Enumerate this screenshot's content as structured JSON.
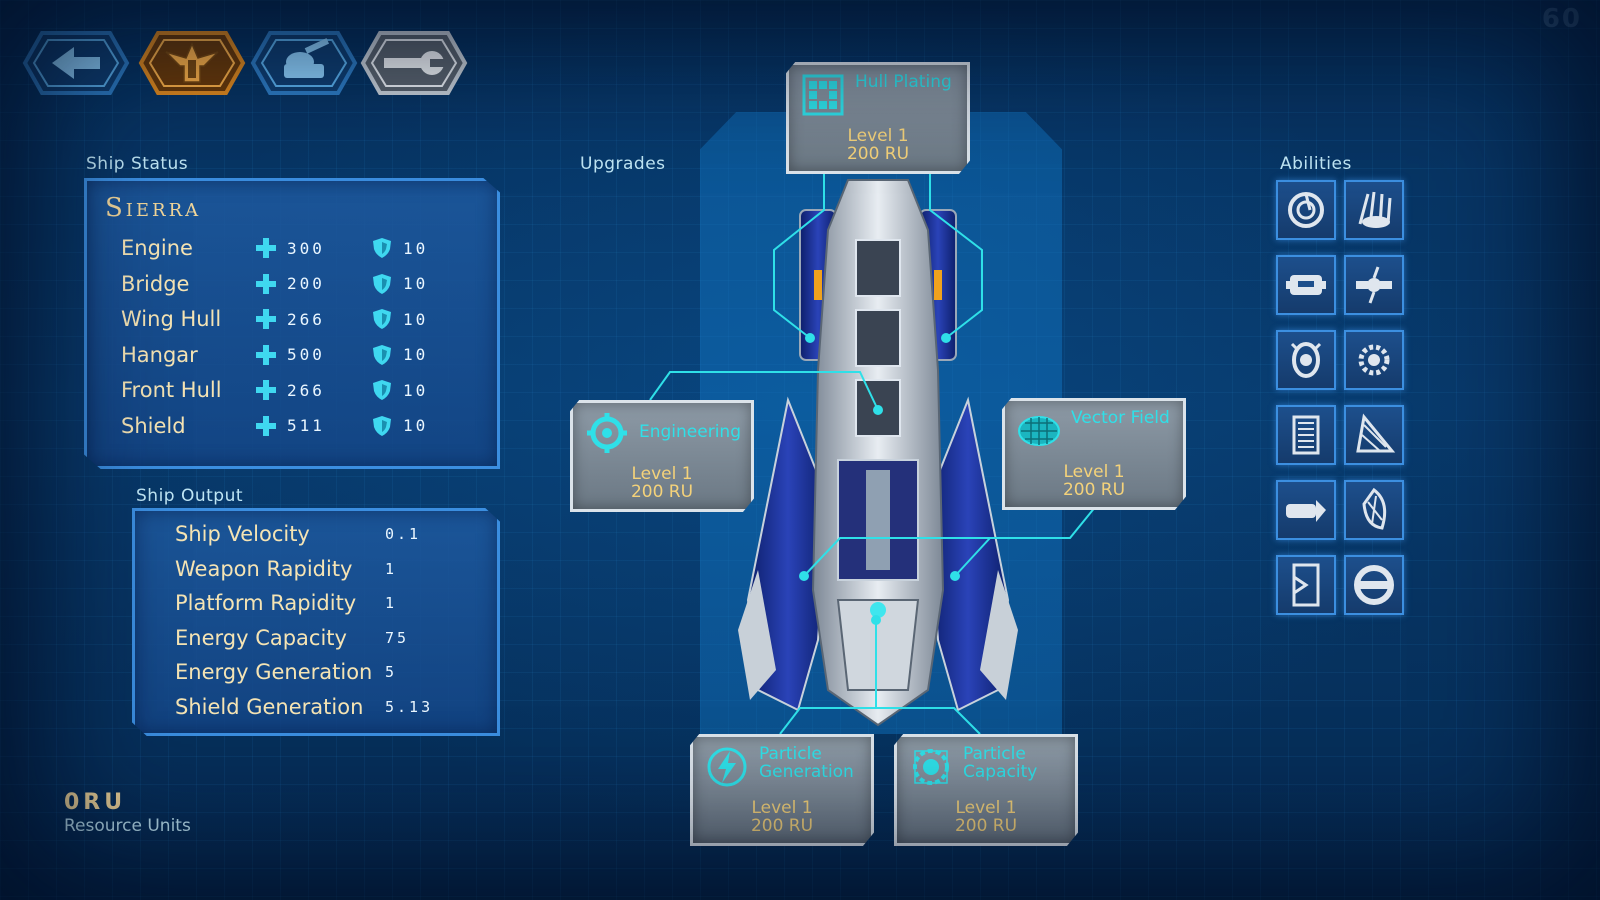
{
  "corner": "60",
  "nav": [
    {
      "name": "back-icon",
      "color": "#2d7cc4"
    },
    {
      "name": "emblem-icon",
      "color": "#e08a1e"
    },
    {
      "name": "turret-icon",
      "color": "#2d7cc4"
    },
    {
      "name": "wrench-icon",
      "color": "#c9d2da"
    }
  ],
  "labels": {
    "ship_status": "Ship Status",
    "upgrades": "Upgrades",
    "abilities": "Abilities",
    "ship_output": "Ship Output"
  },
  "ship": {
    "name": "Sierra",
    "parts": [
      {
        "name": "Engine",
        "hp": "300",
        "armor": "10"
      },
      {
        "name": "Bridge",
        "hp": "200",
        "armor": "10"
      },
      {
        "name": "Wing Hull",
        "hp": "266",
        "armor": "10"
      },
      {
        "name": "Hangar",
        "hp": "500",
        "armor": "10"
      },
      {
        "name": "Front Hull",
        "hp": "266",
        "armor": "10"
      },
      {
        "name": "Shield",
        "hp": "511",
        "armor": "10"
      }
    ]
  },
  "output": [
    {
      "name": "Ship Velocity",
      "value": "0.1"
    },
    {
      "name": "Weapon Rapidity",
      "value": "1"
    },
    {
      "name": "Platform Rapidity",
      "value": "1"
    },
    {
      "name": "Energy Capacity",
      "value": "75"
    },
    {
      "name": "Energy Generation",
      "value": "5"
    },
    {
      "name": "Shield Generation",
      "value": "5.13"
    }
  ],
  "resources": {
    "amount": "0RU",
    "label": "Resource Units"
  },
  "upgrades": {
    "hull_plating": {
      "name": "Hull Plating",
      "level": "Level 1",
      "cost": "200 RU",
      "icon": "hull-plating-icon"
    },
    "engineering": {
      "name": "Engineering",
      "level": "Level 1",
      "cost": "200 RU",
      "icon": "engineering-icon"
    },
    "vector_field": {
      "name": "Vector Field",
      "level": "Level 1",
      "cost": "200 RU",
      "icon": "vector-field-icon"
    },
    "particle_generation": {
      "name": "Particle Generation",
      "level": "Level 1",
      "cost": "200 RU",
      "icon": "particle-generation-icon"
    },
    "particle_capacity": {
      "name": "Particle Capacity",
      "level": "Level 1",
      "cost": "200 RU",
      "icon": "particle-capacity-icon"
    }
  },
  "abilities": [
    "vortex-icon",
    "claw-icon",
    "drone-icon",
    "satellite-icon",
    "orb-icon",
    "gear-burst-icon",
    "panel-icon",
    "blade-icon",
    "cannon-icon",
    "insect-icon",
    "door-icon",
    "ring-icon"
  ],
  "colors": {
    "accent": "#2fe0e8",
    "gold": "#f4d27a",
    "panel_border": "#3b8ee0"
  }
}
